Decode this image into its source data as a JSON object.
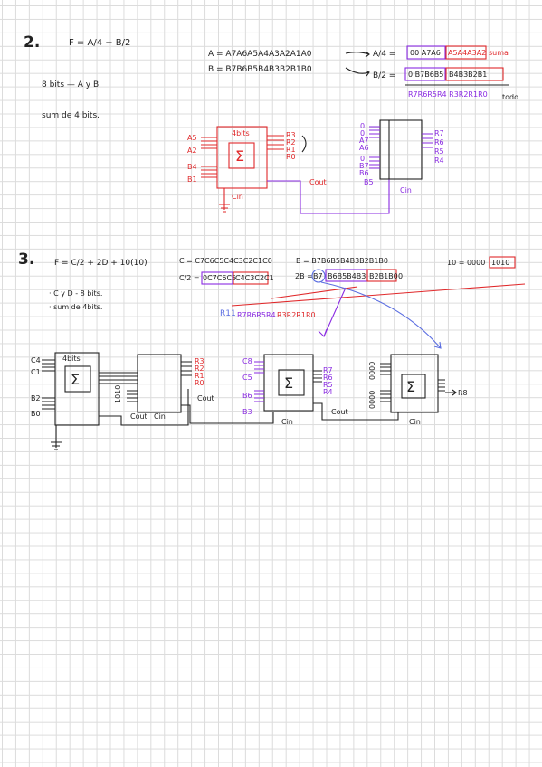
{
  "colors": {
    "ink": "#222222",
    "red": "#e0282a",
    "purple": "#8a2be2",
    "blue": "#5b6ee1",
    "grid": "#dcdcdc"
  },
  "ex2": {
    "number": "2.",
    "formula": "F = A/4 + B/2",
    "bullet1": "8 bits  —  A y B.",
    "bullet2": "sum  de  4 bits.",
    "a_def": "A = A7A6A5A4A3A2A1A0",
    "b_def": "B = B7B6B5B4B3B2B1B0",
    "a4": "A/4 =",
    "a4_bits": "00 A7A6",
    "a4_bits2": "A5A4A3A2",
    "suma": "suma",
    "b2": "B/2 =",
    "b2_bits": "0 B7B6B5",
    "b2_bits2": "B4B3B2B1",
    "result": "R7R6R5R4 R3R2R1R0",
    "result_note": "todo",
    "adder1": {
      "title": "4bits",
      "sigma": "Σ",
      "in_a_top": "A5",
      "in_a_bot": "A2",
      "in_b_top": "B4",
      "in_b_bot": "B1",
      "outs": [
        "R3",
        "R2",
        "R1",
        "R0"
      ],
      "cin": "Cin",
      "cout": "Cout"
    },
    "adder2": {
      "in_top": [
        "0",
        "0",
        "A7",
        "A6"
      ],
      "in_bot": [
        "0",
        "B7",
        "B6",
        "B5"
      ],
      "outs": [
        "R7",
        "R6",
        "R5",
        "R4"
      ],
      "cin": "Cin"
    }
  },
  "ex3": {
    "number": "3.",
    "formula": "F = C/2 + 2D + 10(10)",
    "bullet1": "· C  y  D  -  8 bits.",
    "bullet2": "· sum  de  4bits.",
    "c_def": "C = C7C6C5C4C3C2C1C0",
    "c2": "C/2 =",
    "c2_bits": "0C7C6C5",
    "c2_bits2": "C4C3C2C1",
    "b_def": "B = B7B6B5B4B3B2B1B0",
    "b2": "2B =",
    "b2_bits": "B7",
    "b2_bits_mid": "B6B5B4B3",
    "b2_bits2": "B2B1B0",
    "b2_tail": "0",
    "ten": "10 = 0000",
    "ten_bits": "1010",
    "r_hi": "R11",
    "r_mid": "R7R6R5R4",
    "r_lo": "R3R2R1R0",
    "adder1": {
      "title": "4bits",
      "sigma": "Σ",
      "in_top": "C4",
      "in_top2": "C1",
      "in_bot": "B2",
      "in_bot2": "B0",
      "outs": [
        "R3",
        "R2",
        "R1",
        "R0"
      ],
      "cout": "Cout",
      "cin": "Cin"
    },
    "adder2": {
      "in_mid": "1010",
      "cout": "Cout"
    },
    "adder3": {
      "sigma": "Σ",
      "in_top": "C8",
      "in_top2": "C5",
      "in_bot": "B6",
      "in_bot2": "B3",
      "outs": [
        "R7",
        "R6",
        "R5",
        "R4"
      ],
      "cin": "Cin",
      "cout": "Cout"
    },
    "adder4": {
      "sigma": "Σ",
      "in_top": "0000",
      "in_bot": "0000",
      "out": "R8",
      "cin": "Cin"
    }
  }
}
